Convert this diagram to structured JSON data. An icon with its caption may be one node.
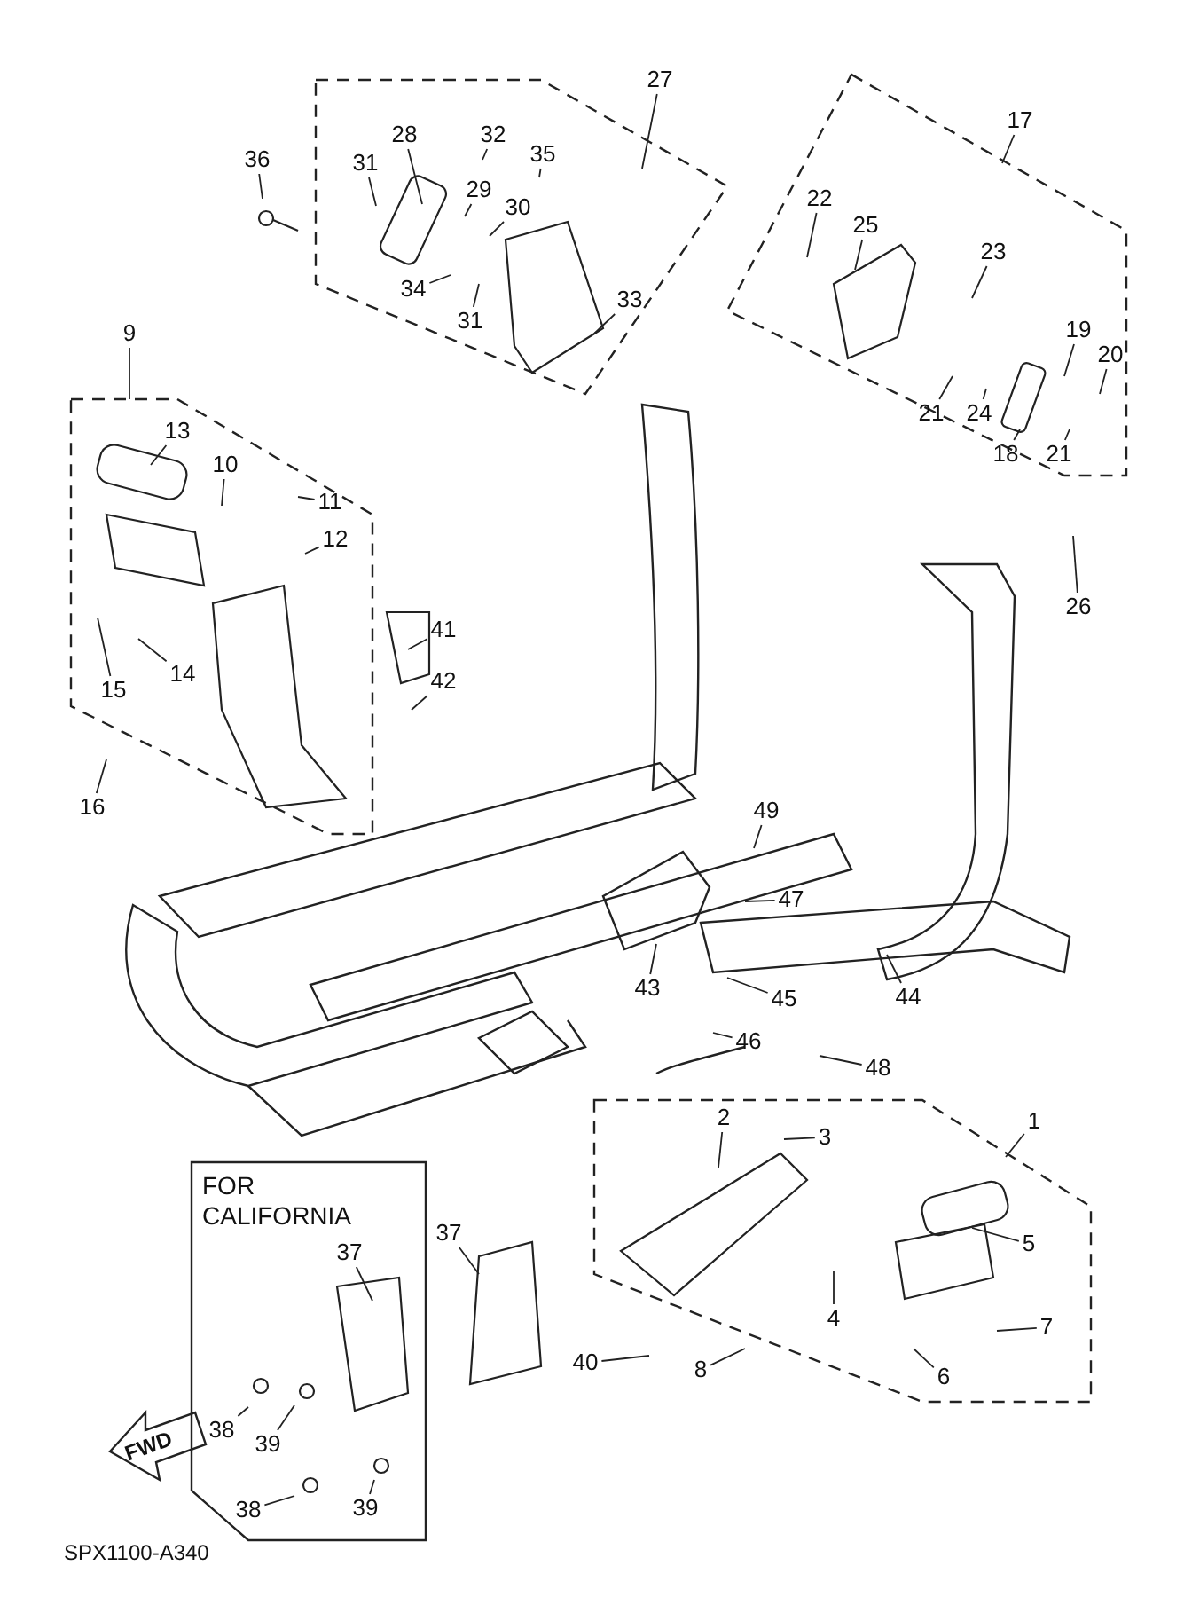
{
  "diagram": {
    "nodes": [
      {
        "text": [],
        "shape": "box"
      },
      {
        "text": [
          "27"
        ]
      },
      {
        "text": [
          "28"
        ],
        "in": 0
      },
      {
        "text": [
          "31"
        ],
        "in": 0
      },
      {
        "text": [
          "32"
        ],
        "in": 0
      },
      {
        "text": [
          "35"
        ],
        "in": 0
      },
      {
        "text": [
          "29"
        ],
        "in": 0
      },
      {
        "text": [
          "30"
        ],
        "in": 0
      },
      {
        "text": [
          "34"
        ],
        "in": 0
      },
      {
        "text": [
          "31"
        ],
        "in": 0
      },
      {
        "text": [
          "33"
        ],
        "in": 0
      },
      {
        "text": [
          "36"
        ]
      },
      {
        "text": [],
        "shape": "box"
      },
      {
        "text": [
          "17"
        ]
      },
      {
        "text": [
          "22"
        ],
        "in": 12
      },
      {
        "text": [
          "25"
        ],
        "in": 12
      },
      {
        "text": [
          "23"
        ],
        "in": 12
      },
      {
        "text": [
          "19"
        ],
        "in": 12
      },
      {
        "text": [
          "20"
        ],
        "in": 12
      },
      {
        "text": [
          "21"
        ],
        "in": 12
      },
      {
        "text": [
          "24"
        ],
        "in": 12
      },
      {
        "text": [
          "18"
        ],
        "in": 12
      },
      {
        "text": [
          "21"
        ],
        "in": 12
      },
      {
        "text": [
          "26"
        ]
      },
      {
        "text": [],
        "shape": "box"
      },
      {
        "text": [
          "9"
        ]
      },
      {
        "text": [
          "13"
        ],
        "in": 24
      },
      {
        "text": [
          "10"
        ],
        "in": 24
      },
      {
        "text": [
          "11"
        ],
        "in": 24
      },
      {
        "text": [
          "12"
        ],
        "in": 24
      },
      {
        "text": [
          "14"
        ],
        "in": 24
      },
      {
        "text": [
          "15"
        ],
        "in": 24
      },
      {
        "text": [
          "16"
        ]
      },
      {
        "text": [
          "41"
        ]
      },
      {
        "text": [
          "42"
        ]
      },
      {
        "text": [
          "49"
        ]
      },
      {
        "text": [
          "47"
        ]
      },
      {
        "text": [
          "43"
        ]
      },
      {
        "text": [
          "45"
        ]
      },
      {
        "text": [
          "46"
        ]
      },
      {
        "text": [
          "44"
        ]
      },
      {
        "text": [
          "48"
        ]
      },
      {
        "text": [],
        "shape": "box"
      },
      {
        "text": [
          "1"
        ]
      },
      {
        "text": [
          "2"
        ],
        "in": 42
      },
      {
        "text": [
          "3"
        ],
        "in": 42
      },
      {
        "text": [
          "5"
        ],
        "in": 42
      },
      {
        "text": [
          "4"
        ],
        "in": 42
      },
      {
        "text": [
          "7"
        ],
        "in": 42
      },
      {
        "text": [
          "6"
        ],
        "in": 42
      },
      {
        "text": [
          "8"
        ],
        "in": 42
      },
      {
        "text": [
          "40"
        ]
      },
      {
        "text": [
          "37"
        ]
      },
      {
        "text": [
          "FOR CALIFORNIA"
        ]
      },
      {
        "text": [
          "37"
        ],
        "in": 53
      },
      {
        "text": [
          "38"
        ],
        "in": 53
      },
      {
        "text": [
          "39"
        ],
        "in": 53
      },
      {
        "text": [
          "38"
        ],
        "in": 53
      },
      {
        "text": [
          "39"
        ],
        "in": 53
      }
    ],
    "edges": [
      {
        "from": 1,
        "to": 0,
        "arrow": "none"
      },
      {
        "from": 2,
        "to": null,
        "arrow": "none"
      },
      {
        "from": 3,
        "to": null,
        "arrow": "none"
      },
      {
        "from": 4,
        "to": null,
        "arrow": "none"
      },
      {
        "from": 5,
        "to": null,
        "arrow": "none"
      },
      {
        "from": 6,
        "to": null,
        "arrow": "none"
      },
      {
        "from": 7,
        "to": null,
        "arrow": "none"
      },
      {
        "from": 8,
        "to": null,
        "arrow": "none"
      },
      {
        "from": 9,
        "to": null,
        "arrow": "none"
      },
      {
        "from": 10,
        "to": null,
        "arrow": "none"
      },
      {
        "from": 11,
        "to": null,
        "arrow": "none"
      },
      {
        "from": 13,
        "to": 12,
        "arrow": "none"
      },
      {
        "from": 14,
        "to": null,
        "arrow": "none"
      },
      {
        "from": 15,
        "to": null,
        "arrow": "none"
      },
      {
        "from": 16,
        "to": null,
        "arrow": "none"
      },
      {
        "from": 17,
        "to": null,
        "arrow": "none"
      },
      {
        "from": 18,
        "to": null,
        "arrow": "none"
      },
      {
        "from": 19,
        "to": null,
        "arrow": "none"
      },
      {
        "from": 20,
        "to": null,
        "arrow": "none"
      },
      {
        "from": 21,
        "to": null,
        "arrow": "none"
      },
      {
        "from": 22,
        "to": null,
        "arrow": "none"
      },
      {
        "from": 23,
        "to": null,
        "arrow": "none"
      },
      {
        "from": 25,
        "to": 24,
        "arrow": "none"
      },
      {
        "from": 26,
        "to": null,
        "arrow": "none"
      },
      {
        "from": 27,
        "to": null,
        "arrow": "none"
      },
      {
        "from": 28,
        "to": null,
        "arrow": "none"
      },
      {
        "from": 29,
        "to": null,
        "arrow": "none"
      },
      {
        "from": 30,
        "to": null,
        "arrow": "none"
      },
      {
        "from": 31,
        "to": null,
        "arrow": "none"
      },
      {
        "from": 32,
        "to": null,
        "arrow": "none"
      },
      {
        "from": 33,
        "to": null,
        "arrow": "none"
      },
      {
        "from": 34,
        "to": null,
        "arrow": "none"
      },
      {
        "from": 35,
        "to": null,
        "arrow": "none"
      },
      {
        "from": 36,
        "to": null,
        "arrow": "none"
      },
      {
        "from": 37,
        "to": null,
        "arrow": "none"
      },
      {
        "from": 38,
        "to": null,
        "arrow": "none"
      },
      {
        "from": 39,
        "to": null,
        "arrow": "none"
      },
      {
        "from": 40,
        "to": null,
        "arrow": "none"
      },
      {
        "from": 41,
        "to": null,
        "arrow": "none"
      },
      {
        "from": 43,
        "to": 42,
        "arrow": "none"
      },
      {
        "from": 44,
        "to": null,
        "arrow": "none"
      },
      {
        "from": 45,
        "to": null,
        "arrow": "none"
      },
      {
        "from": 46,
        "to": null,
        "arrow": "none"
      },
      {
        "from": 47,
        "to": null,
        "arrow": "none"
      },
      {
        "from": 48,
        "to": null,
        "arrow": "none"
      },
      {
        "from": 49,
        "to": null,
        "arrow": "none"
      },
      {
        "from": 50,
        "to": null,
        "arrow": "none"
      },
      {
        "from": 51,
        "to": null,
        "arrow": "none"
      },
      {
        "from": 52,
        "to": null,
        "arrow": "none"
      },
      {
        "from": 54,
        "to": null,
        "arrow": "none"
      },
      {
        "from": 55,
        "to": null,
        "arrow": "none"
      },
      {
        "from": 56,
        "to": null,
        "arrow": "none"
      },
      {
        "from": 57,
        "to": null,
        "arrow": "none"
      },
      {
        "from": 58,
        "to": null,
        "arrow": "none"
      }
    ],
    "labels": [
      "FWD",
      "SPX1100-A340"
    ]
  }
}
